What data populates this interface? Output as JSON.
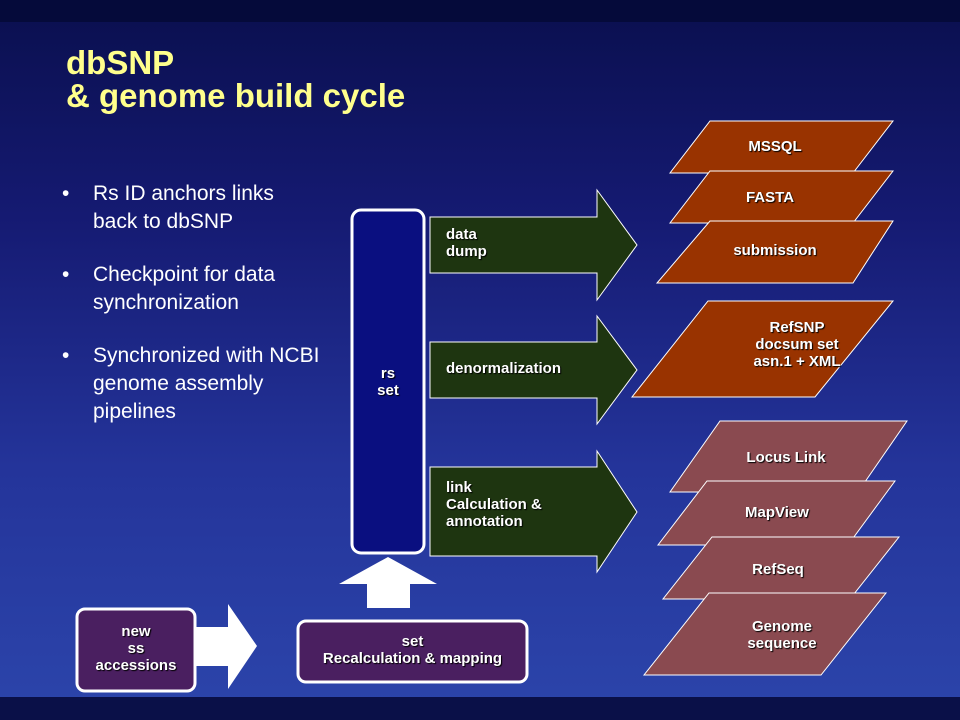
{
  "title": {
    "line1": "dbSNP",
    "line2": "& genome build cycle"
  },
  "bullets": [
    "Rs ID anchors links back to dbSNP",
    "Checkpoint for data synchronization",
    "Synchronized with NCBI genome assembly pipelines"
  ],
  "rs_set": {
    "line1": "rs",
    "line2": "set"
  },
  "arrows": {
    "data_dump": {
      "line1": "data",
      "line2": "dump"
    },
    "denormalization": {
      "line1": "denormalization"
    },
    "link": {
      "line1": "link",
      "line2": "Calculation &",
      "line3": "annotation"
    }
  },
  "outputs": {
    "mssql": "MSSQL",
    "fasta": "FASTA",
    "submission": "submission",
    "refsnp": {
      "line1": "RefSNP",
      "line2": "docsum set",
      "line3": "asn.1 + XML"
    },
    "locus_link": "Locus Link",
    "mapview": "MapView",
    "refseq": "RefSeq",
    "genome": {
      "line1": "Genome",
      "line2": "sequence"
    }
  },
  "new_ss": {
    "line1": "new",
    "line2": "ss",
    "line3": "accessions"
  },
  "set_recalc": {
    "line1": "set",
    "line2": "Recalculation & mapping"
  },
  "colors": {
    "title": "#ffff8c",
    "rs_set_fill": "#0a0f80",
    "arrow_fill": "#1e3510",
    "dark_output": "#993300",
    "light_output": "#8a4a50",
    "purple_box": "#4a1f60"
  }
}
